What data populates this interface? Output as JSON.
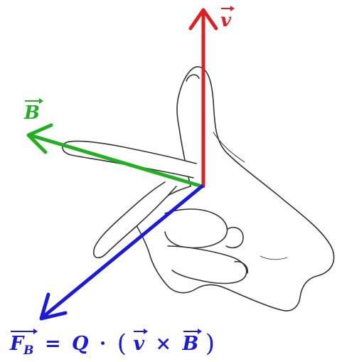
{
  "labels": {
    "velocity": "v",
    "magnetic_field": "B",
    "force_symbol": "F",
    "force_subscript": "B",
    "equals": "=",
    "charge": "Q",
    "dot": "·",
    "open_paren": "(",
    "cross": "×",
    "close_paren": ")"
  },
  "colors": {
    "velocity": "#e02020",
    "magnetic_field": "#22b022",
    "force": "#1a1ad8",
    "hand_outline": "#333333"
  }
}
